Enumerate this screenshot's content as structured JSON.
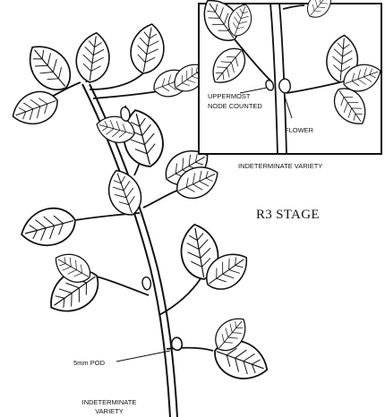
{
  "labels": {
    "stage_title": "R3 STAGE",
    "inset_caption": "INDETERMINATE VARIETY",
    "uppermost_line1": "UPPERMOST",
    "uppermost_line2": "NODE COUNTED",
    "flower": "FLOWER",
    "pod": "5mm POD",
    "bottom_line1": "INDETERMINATE",
    "bottom_line2": "VARIETY"
  }
}
